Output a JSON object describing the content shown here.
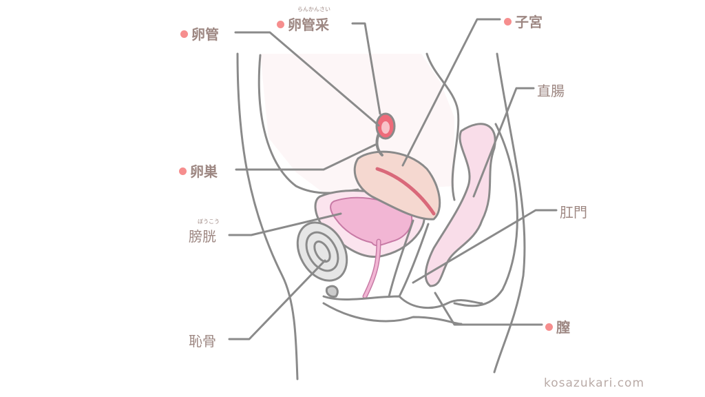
{
  "labels": {
    "oviduct": "卵管",
    "fimbria": "卵管采",
    "fimbria_ruby": "らんかんさい",
    "uterus": "子宮",
    "rectum": "直腸",
    "ovary": "卵巣",
    "bladder": "膀胱",
    "bladder_ruby": "ぼうこう",
    "anus": "肛門",
    "pubic_bone": "恥骨",
    "vagina": "膣"
  },
  "watermark": "kosazukari.com",
  "colors": {
    "text": "#9d8782",
    "dot": "#f68e8e",
    "line": "#8a8a8a",
    "organ_pink": "#f3b8d3",
    "uterus": "#f5d8d0",
    "fimbria": "#ee6b7a"
  }
}
